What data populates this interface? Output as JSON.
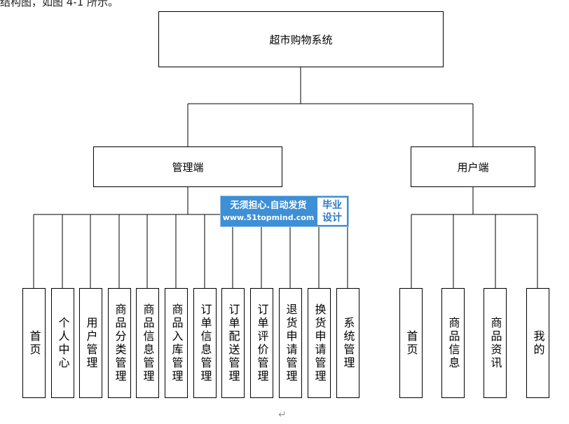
{
  "document": {
    "top_fragment": "结构图，如图 4-1 所示。",
    "return_mark": "↵"
  },
  "diagram": {
    "root": "超市购物系统",
    "admin": {
      "label": "管理端",
      "children": [
        "首页",
        "个人中心",
        "用户管理",
        "商品分类管理",
        "商品信息管理",
        "商品入库管理",
        "订单信息管理",
        "订单配送管理",
        "订单评价管理",
        "退货申请管理",
        "换货申请管理",
        "系统管理"
      ]
    },
    "user": {
      "label": "用户端",
      "children": [
        "首页",
        "商品信息",
        "商品资讯",
        "我的"
      ]
    }
  },
  "watermark": {
    "line1": "无须担心.自动发货",
    "line2": "www.51topmind.com",
    "badge_line1": "毕业",
    "badge_line2": "设计",
    "color": "#3d8fd6"
  }
}
